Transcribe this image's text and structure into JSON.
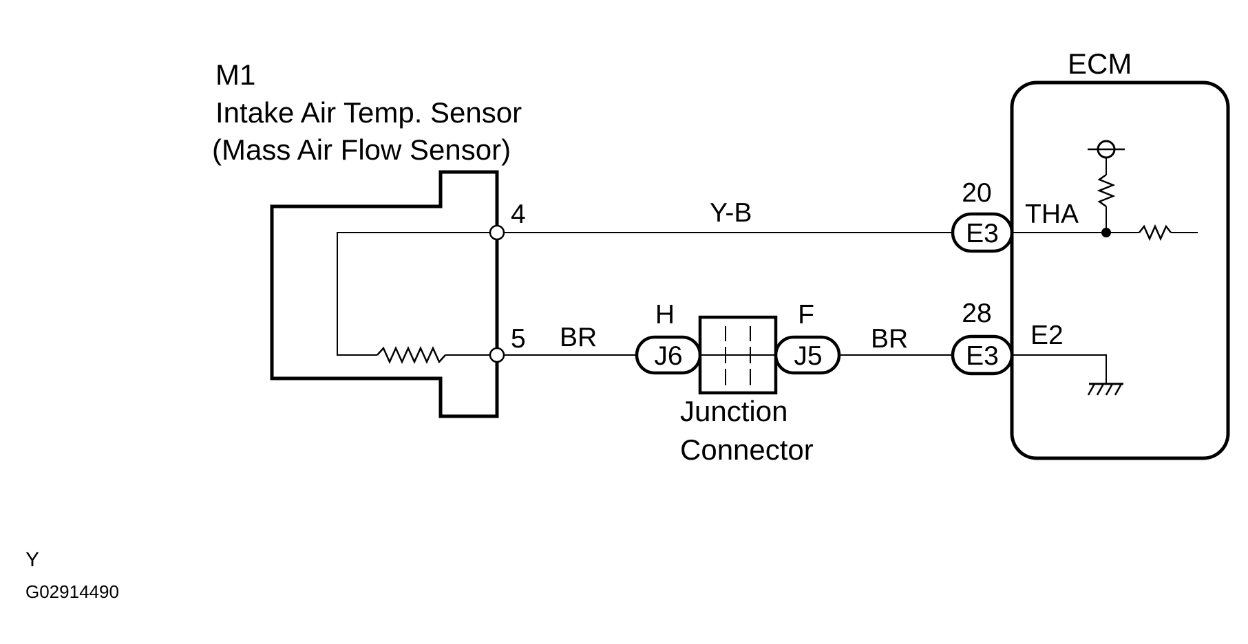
{
  "sensor": {
    "code": "M1",
    "name": "Intake Air Temp. Sensor",
    "subname": "(Mass Air Flow Sensor)",
    "pin_top": "4",
    "pin_bottom": "5"
  },
  "wires": {
    "top_color": "Y-B",
    "bottom_left_color": "BR",
    "bottom_right_color": "BR"
  },
  "junction": {
    "left_letter": "H",
    "left_connector": "J6",
    "right_letter": "F",
    "right_connector": "J5",
    "label_line1": "Junction",
    "label_line2": "Connector"
  },
  "ecm": {
    "title": "ECM",
    "top_pin_number": "20",
    "top_connector": "E3",
    "top_terminal": "THA",
    "bottom_pin_number": "28",
    "bottom_connector": "E3",
    "bottom_terminal": "E2"
  },
  "footer": {
    "letter": "Y",
    "figure_code": "G02914490"
  },
  "colors": {
    "line": "#000000",
    "background": "#ffffff"
  }
}
